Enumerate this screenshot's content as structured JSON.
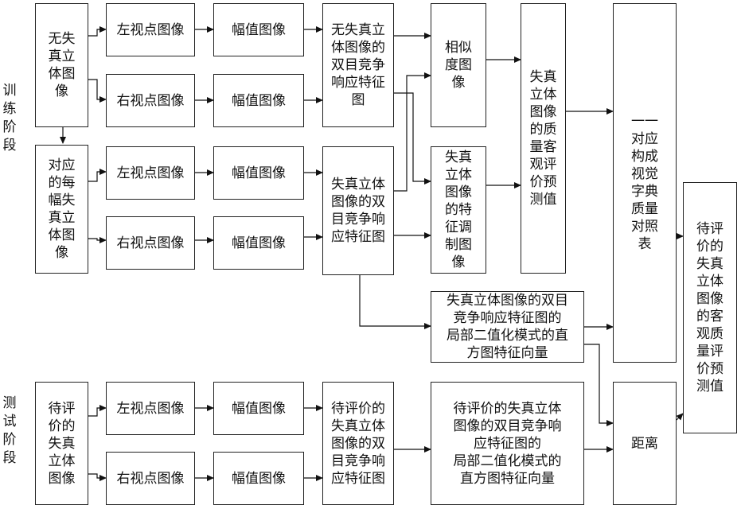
{
  "section_labels": {
    "train": [
      "训",
      "练",
      "阶",
      "段"
    ],
    "test": [
      "测",
      "试",
      "阶",
      "段"
    ]
  },
  "boxes": {
    "train_undistorted": [
      "无失",
      "真立",
      "体图",
      "像"
    ],
    "train_distorted": [
      "对应",
      "的每",
      "幅失",
      "真立",
      "体图",
      "像"
    ],
    "train_left1": [
      "左视点图像"
    ],
    "train_right1": [
      "右视点图像"
    ],
    "train_left2": [
      "左视点图像"
    ],
    "train_right2": [
      "右视点图像"
    ],
    "train_amp1": [
      "幅值图像"
    ],
    "train_amp2": [
      "幅值图像"
    ],
    "train_amp3": [
      "幅值图像"
    ],
    "train_amp4": [
      "幅值图像"
    ],
    "undistorted_rivalry": [
      "无失真立",
      "体图像的",
      "双目竞争",
      "响应特征",
      "图"
    ],
    "distorted_rivalry": [
      "失真立体",
      "图像的双",
      "目竞争响",
      "应特征图"
    ],
    "similarity": [
      "相似",
      "度图",
      "像"
    ],
    "feature_modulation": [
      "失真",
      "立体",
      "图像",
      "的特",
      "征调",
      "制图",
      "像"
    ],
    "objective_prediction": [
      "失真",
      "立体",
      "图像",
      "的质",
      "量客",
      "观评",
      "价预",
      "测值"
    ],
    "lbp_hist_train": [
      "失真立体图像的双目",
      "竞争响应特征图的",
      "局部二值化模式的直",
      "方图特征向量"
    ],
    "dictionary": [
      "一一",
      "对应",
      "构成",
      "视觉",
      "字典",
      "质量",
      "对照",
      "表"
    ],
    "final_score": [
      "待评",
      "价的",
      "失真",
      "立体",
      "图像",
      "的客",
      "观质",
      "量评",
      "价预",
      "测值"
    ],
    "test_image": [
      "待评",
      "价的",
      "失真",
      "立体",
      "图像"
    ],
    "test_left": [
      "左视点图像"
    ],
    "test_right": [
      "右视点图像"
    ],
    "test_amp1": [
      "幅值图像"
    ],
    "test_amp2": [
      "幅值图像"
    ],
    "test_rivalry": [
      "待评价的",
      "失真立体",
      "图像的双",
      "目竞争响",
      "应特征图"
    ],
    "lbp_hist_test": [
      "待评价的失真立体",
      "图像的双目竞争响",
      "应特征图的",
      "局部二值化模式的",
      "直方图特征向量"
    ],
    "distance": [
      "距离"
    ]
  }
}
